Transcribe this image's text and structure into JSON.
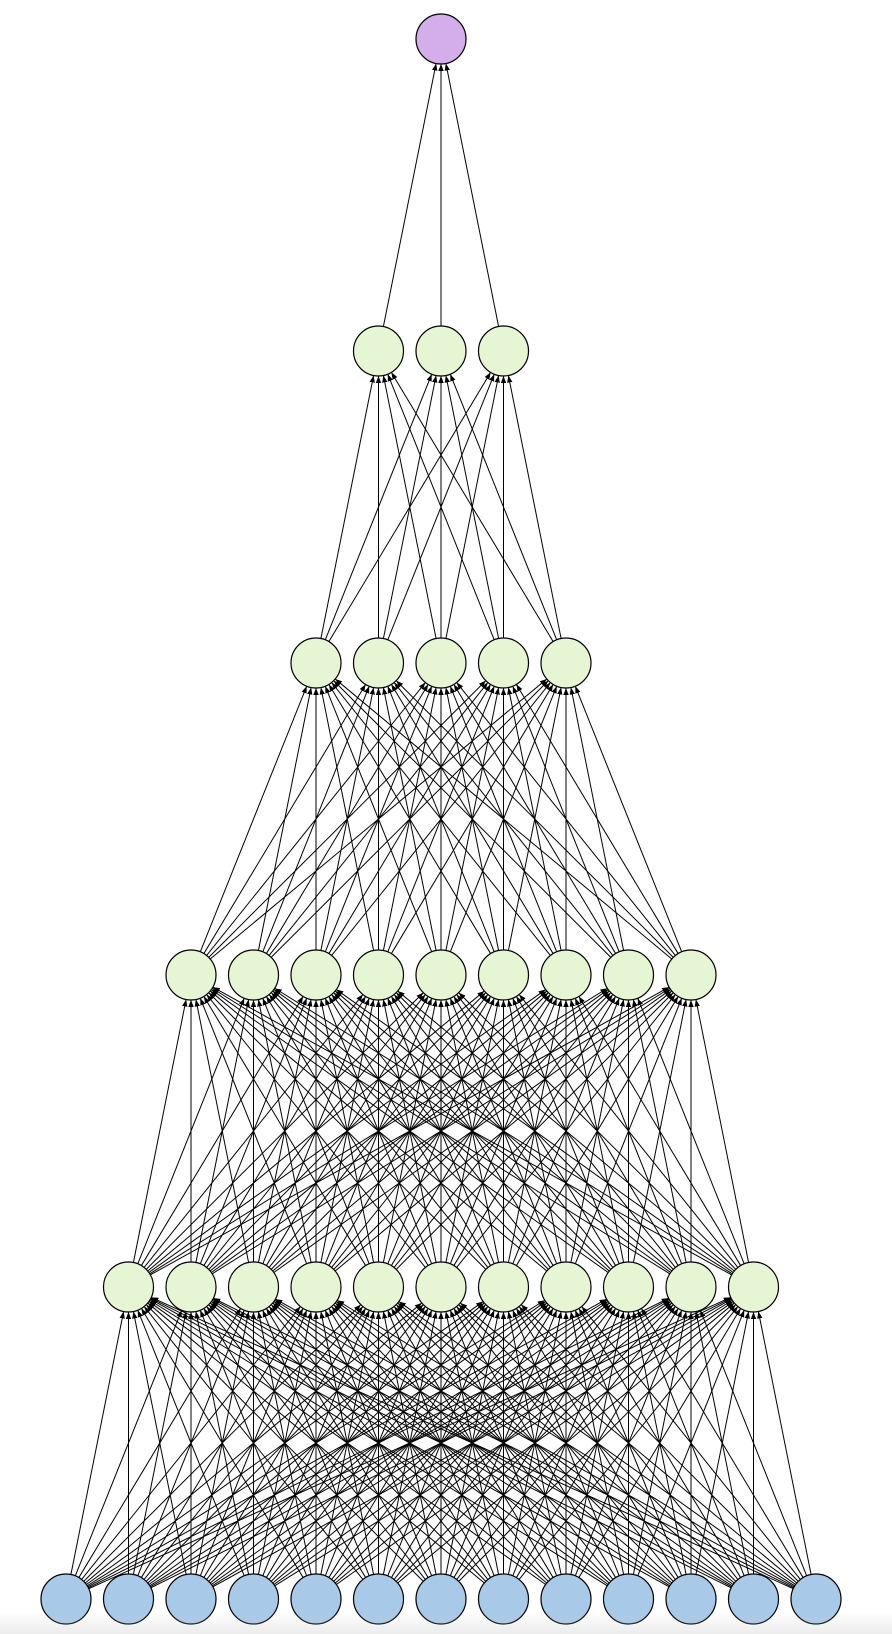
{
  "diagram": {
    "type": "feedforward-neural-network",
    "edge_direction": "bottom-to-top",
    "edge_color": "#000000",
    "node_stroke": "#000000",
    "layers": [
      {
        "role": "input",
        "nodes": 13,
        "fill": "#a9c9e8"
      },
      {
        "role": "hidden",
        "nodes": 11,
        "fill": "#e6f5d3"
      },
      {
        "role": "hidden",
        "nodes": 9,
        "fill": "#e6f5d3"
      },
      {
        "role": "hidden",
        "nodes": 5,
        "fill": "#e6f5d3"
      },
      {
        "role": "hidden",
        "nodes": 3,
        "fill": "#e6f5d3"
      },
      {
        "role": "output",
        "nodes": 1,
        "fill": "#d4aeea"
      }
    ]
  }
}
